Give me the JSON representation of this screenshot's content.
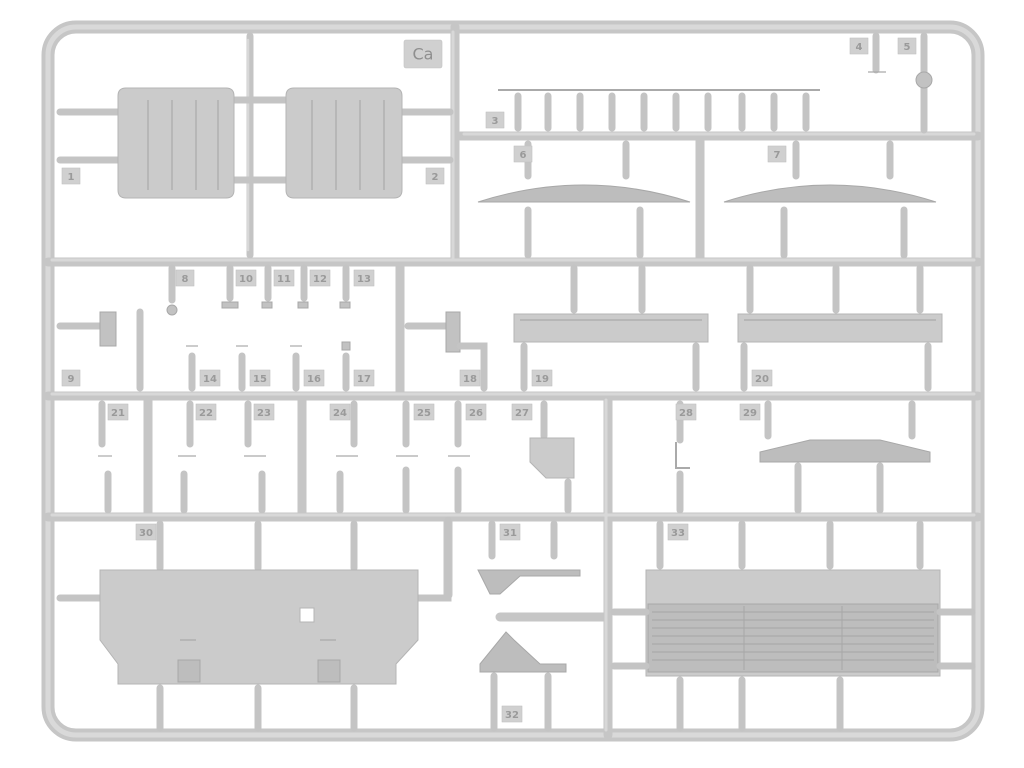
{
  "sprue": {
    "code": "Ca",
    "part_numbers": [
      "1",
      "2",
      "3",
      "4",
      "5",
      "6",
      "7",
      "8",
      "9",
      "10",
      "11",
      "12",
      "13",
      "14",
      "15",
      "16",
      "17",
      "18",
      "19",
      "20",
      "21",
      "22",
      "23",
      "24",
      "25",
      "26",
      "27",
      "28",
      "29",
      "30",
      "31",
      "32",
      "33"
    ]
  },
  "colors": {
    "plastic": "#c8c8c8",
    "plastic_shadow": "#a8a8a8",
    "background": "#ffffff"
  }
}
